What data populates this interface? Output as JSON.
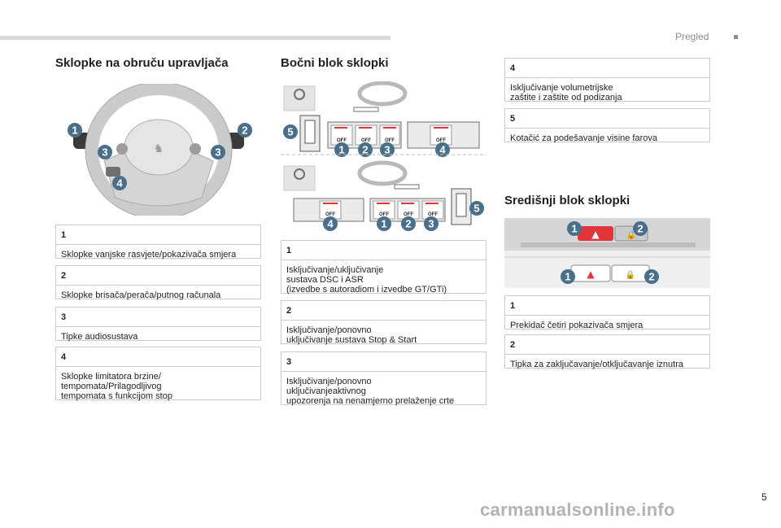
{
  "header": {
    "section_title": "Pregled",
    "page_number": "5"
  },
  "watermark": "carmanualsonline.info",
  "steering": {
    "title": "Sklopke na obruču upravljača",
    "callouts": [
      "1",
      "2",
      "3",
      "3",
      "4"
    ],
    "items": [
      {
        "num": "1",
        "text": "Sklopke vanjske rasvjete/pokazivača smjera"
      },
      {
        "num": "2",
        "text": "Sklopke brisača/perača/putnog računala"
      },
      {
        "num": "3",
        "text": "Tipke audiosustava"
      },
      {
        "num": "4",
        "text": "Sklopke limitatora brzine/\ntempomata/Prilagodljivog\ntempomata s funkcijom stop"
      }
    ]
  },
  "side": {
    "title": "Bočni blok sklopki",
    "callouts_top": [
      "5",
      "1",
      "2",
      "3",
      "4"
    ],
    "callouts_bottom": [
      "4",
      "1",
      "2",
      "3",
      "5"
    ],
    "switch_label": "OFF",
    "items": [
      {
        "num": "1",
        "text": "Isključivanje/uključivanje\nsustava DSC i ASR\n(izvedbe s autoradiom i izvedbe GT/GTi)"
      },
      {
        "num": "2",
        "text": "Isključivanje/ponovno\nuključivanje sustava Stop & Start"
      },
      {
        "num": "3",
        "text": "Isključivanje/ponovno\nuključivanjeaktivnog\nupozorenja na nenamjerno prelaženje crte"
      },
      {
        "num": "4",
        "text": "Isključivanje volumetrijske\nzaštite i zaštite od podizanja"
      },
      {
        "num": "5",
        "text": "Kotačić za podešavanje visine farova"
      }
    ]
  },
  "center": {
    "title": "Središnji blok sklopki",
    "callouts": [
      "1",
      "2",
      "1",
      "2"
    ],
    "items": [
      {
        "num": "1",
        "text": "Prekidač četiri pokazivača smjera"
      },
      {
        "num": "2",
        "text": "Tipka za zaključavanje/otključavanje iznutra"
      }
    ]
  },
  "colors": {
    "callout": "#4a6f8a",
    "hazard": "#e2353b",
    "border": "#c9cacc"
  }
}
